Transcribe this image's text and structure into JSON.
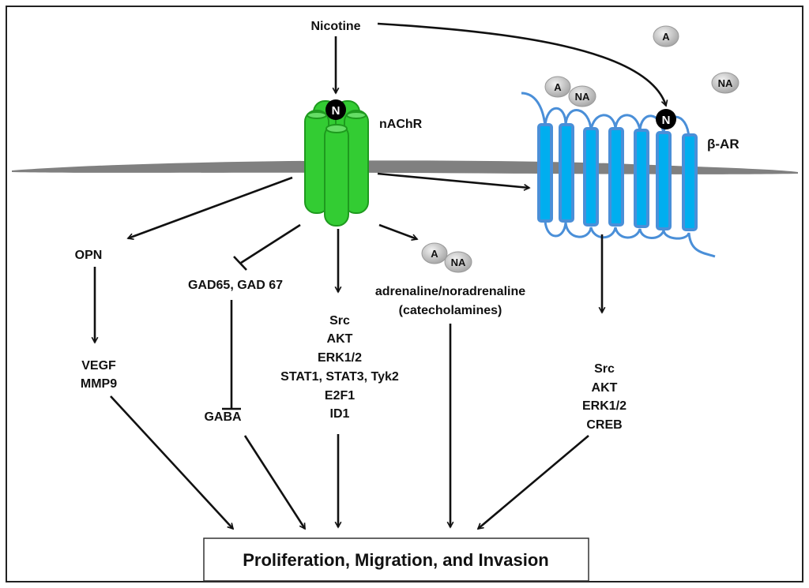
{
  "labels": {
    "nicotine": "Nicotine",
    "nachr": "nAChR",
    "beta_ar": "β-AR",
    "n_symbol": "N",
    "a_symbol": "A",
    "na_symbol": "NA",
    "opn": "OPN",
    "vegf": "VEGF",
    "mmp9": "MMP9",
    "gad": "GAD65, GAD 67",
    "gaba": "GABA",
    "center_list": [
      "Src",
      "AKT",
      "ERK1/2",
      "STAT1, STAT3, Tyk2",
      "E2F1",
      "ID1"
    ],
    "catecholamines_1": "adrenaline/noradrenaline",
    "catecholamines_2": "(catecholamines)",
    "right_list": [
      "Src",
      "AKT",
      "ERK1/2",
      "CREB"
    ],
    "outcome": "Proliferation, Migration, and Invasion"
  },
  "colors": {
    "nachr": "#33cc33",
    "nachr_edge": "#1e9a1e",
    "beta_ar": "#00aeef",
    "beta_ar_edge": "#4a8fd8",
    "membrane": "#808080",
    "ligand": "#c8c8c8"
  }
}
